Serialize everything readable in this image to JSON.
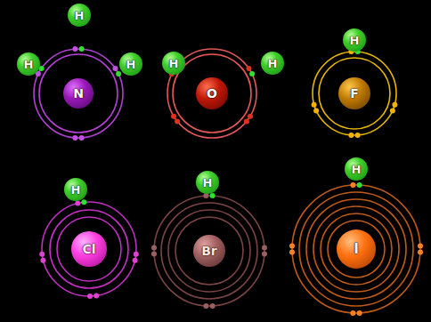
{
  "diagram": {
    "nodes": [
      {
        "text": [
          "H"
        ]
      },
      {
        "text": [
          "H"
        ]
      },
      {
        "text": [
          "N"
        ]
      },
      {
        "text": [
          "H"
        ]
      },
      {
        "text": [
          "H"
        ]
      },
      {
        "text": [
          "O"
        ]
      },
      {
        "text": [
          "H"
        ]
      },
      {
        "text": [
          "H"
        ]
      },
      {
        "text": [
          "F"
        ]
      },
      {
        "text": [
          "H"
        ]
      },
      {
        "text": [
          "Cl"
        ]
      },
      {
        "text": [
          "H"
        ]
      },
      {
        "text": [
          "Br"
        ]
      },
      {
        "text": [
          "H"
        ]
      },
      {
        "text": [
          "I"
        ]
      }
    ]
  }
}
